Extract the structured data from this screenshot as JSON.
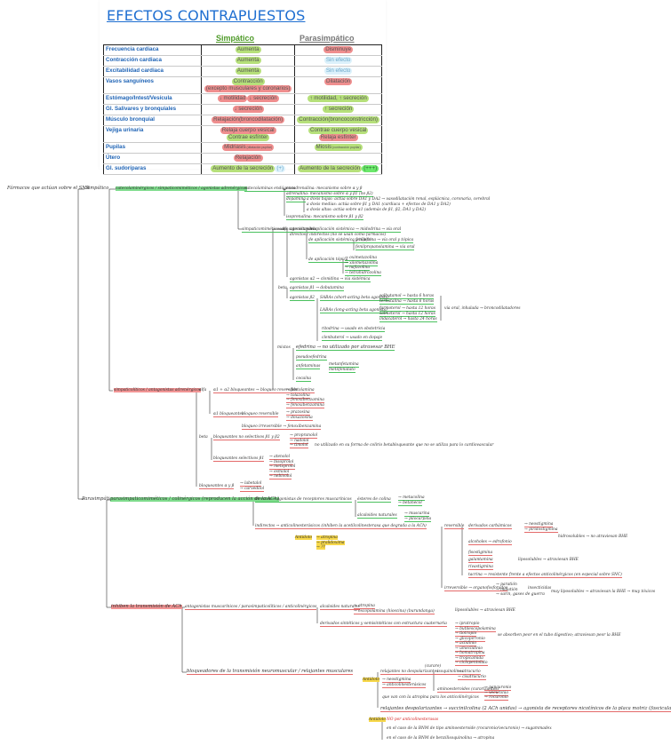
{
  "document": {
    "title": "EFECTOS CONTRAPUESTOS",
    "columns": {
      "organ": "",
      "sympathetic": "Simpático",
      "parasympathetic": "Parasimpático"
    }
  },
  "effects_table": [
    {
      "organ": "Frecuencia cardiaca",
      "sympathetic": [
        {
          "t": "Aumenta",
          "c": "g"
        }
      ],
      "parasympathetic": [
        {
          "t": "Disminuye",
          "c": "r"
        }
      ]
    },
    {
      "organ": "Contracción cardiaca",
      "sympathetic": [
        {
          "t": "Aumenta",
          "c": "g"
        }
      ],
      "parasympathetic": [
        {
          "t": "Sin efecto",
          "c": "b"
        }
      ]
    },
    {
      "organ": "Excitabilidad cardiaca",
      "sympathetic": [
        {
          "t": "Aumenta",
          "c": "g"
        }
      ],
      "parasympathetic": [
        {
          "t": "Sin efecto",
          "c": "b"
        }
      ]
    },
    {
      "organ": "Vasos sanguíneos",
      "sympathetic": [
        {
          "t": "Contracción",
          "c": "g"
        },
        {
          "t": "(excepto musculares y coronarios)",
          "c": "r"
        }
      ],
      "parasympathetic": [
        {
          "t": "Dilatación",
          "c": "r"
        }
      ]
    },
    {
      "organ": "Estómago/Intest/Vesícula",
      "sympathetic": [
        {
          "t": "↓ motilidad",
          "c": "r"
        },
        {
          "t": "↓ secreción",
          "c": "r"
        }
      ],
      "parasympathetic": [
        {
          "t": "↑ motilidad, ↑ secreción",
          "c": "g"
        }
      ]
    },
    {
      "organ": "Gl. Salivares y bronquiales",
      "sympathetic": [
        {
          "t": "↓ secreción",
          "c": "r"
        }
      ],
      "parasympathetic": [
        {
          "t": "↑ secreción",
          "c": "g"
        }
      ]
    },
    {
      "organ": "Músculo bronquial",
      "sympathetic": [
        {
          "t": "Relajación(broncodilatación)",
          "c": "r"
        }
      ],
      "parasympathetic": [
        {
          "t": "Contracción(broncoconstricción)",
          "c": "g"
        }
      ]
    },
    {
      "organ": "Vejiga urinaria",
      "sympathetic": [
        {
          "t": "Relaja cuerpo vesical",
          "c": "r"
        },
        {
          "t": "Contrae esfínter",
          "c": "g"
        }
      ],
      "parasympathetic": [
        {
          "t": "Contrae cuerpo vesical",
          "c": "g"
        },
        {
          "t": "Relaja esfínter",
          "c": "r"
        }
      ]
    },
    {
      "organ": "Pupilas",
      "sympathetic": [
        {
          "t": "Midriasis",
          "c": "r",
          "note": "(dilatación pupilar)"
        }
      ],
      "parasympathetic": [
        {
          "t": "Miosis",
          "c": "g",
          "note": "(contracción pupilar)"
        }
      ]
    },
    {
      "organ": "Útero",
      "sympathetic": [
        {
          "t": "Relajación",
          "c": "r"
        }
      ],
      "parasympathetic": []
    },
    {
      "organ": "Gl. sudoríparas",
      "sympathetic": [
        {
          "t": "Aumento de la secreción",
          "c": "g"
        },
        {
          "t": "(+)",
          "c": "b"
        }
      ],
      "parasympathetic": [
        {
          "t": "Aumento de la secreción",
          "c": "g"
        },
        {
          "t": "(+++)",
          "c": "gg"
        }
      ]
    }
  ],
  "mindmap": {
    "root": "Fármacos que actúan sobre el SNA",
    "n_simp": "Simpático",
    "n_simpmim": "catecolaminérgicos / simpaticomiméticos / agonistas adrenérgicos",
    "n_catnat": "catecolaminas endógenas",
    "n_nora": "noradrenalina: mecanismo sobre α y β",
    "n_adre": "adrenalina: mecanismo sobre α y β1 (no β2)",
    "n_dopa": "dopamina",
    "n_dopa1": "a dosis bajas: actúa sobre DA1 y DA2 → vasodilatación renal, esplácnica, coronaria, cerebral",
    "n_dopa2": "a dosis medias: actúa sobre β1 y DA1 (cardiaca + efectos de DA1 y DA2)",
    "n_dopa3": "a dosis altas: actúa sobre α1 (además de β1, β2, DA1 y DA2)",
    "n_iso": "isoprenalina: mecanismo sobre β1 y β2",
    "n_nocat": "simpaticomiméticos no catecolaminas",
    "n_alfa": "alfa",
    "n_ag1": "agonistas α1",
    "n_ag1note": "directos / indirectos (no se usan como fármacos)",
    "n_ag1a": "de aplicación sistémica → midodrina → vía oral",
    "n_ag1b": "de aplicación sistémica y tópica",
    "n_ag1b1": "fenilefrina → vía oral y tópica",
    "n_ag1b2": "fenilpropanolamina → vía oral",
    "n_ag1c": "de aplicación tópica",
    "n_topica": [
      "oximetazolina",
      "xilometazolina",
      "nafazolina",
      "tetrahidrozolina"
    ],
    "n_ag2": "agonistas α2 → clonidina → vía sistémica",
    "n_beta": "beta",
    "n_b1": "agonistas β1 → dobutamina",
    "n_b2": "agonistas β2",
    "n_saba": "SABAs (short-acting beta agonists)",
    "n_saba1": "salbutamol → hasta 6 horas",
    "n_saba2": "terbutalina → hasta 6 horas",
    "n_laba": "LABAs (long-acting beta agonists)",
    "n_laba1": "formoterol → hasta 12 horas",
    "n_laba2": "salmeterol → hasta 12 horas",
    "n_laba3": "indacaterol → hasta 24 horas",
    "n_b2note": "vía oral, inhalada → broncodilatadores",
    "n_ritod": "ritodrina → usado en obstetricia",
    "n_clenb": "clenbuterol → usado en dopaje",
    "n_mixtos": "mixtos",
    "n_efedrina": "efedrina → no utilizado por atravesar BHE",
    "n_pseudo": "pseudoefedrina",
    "n_anfet": "anfetaminas",
    "n_anfet1": "metanfetamina",
    "n_anfet2": "metilfenidato",
    "n_cocaina": "cocaína",
    "n_simplit": "simpaticolíticos / antagonistas adrenérgicos",
    "n_lalfa": "alfa",
    "n_a1a2": "α1 + α2 bloqueantes → bloqueo reversible",
    "n_a1a2list": [
      "fentolamina",
      "tolazolina",
      "fenoxibenzamina",
      "fenoxibenzamina"
    ],
    "n_a1blq": "α1 bloqueantes",
    "n_a1rev": "bloqueo reversible",
    "n_a1revlist": [
      "prazosina",
      "doxazosina"
    ],
    "n_a1irr": "bloqueo irreversible → fenoxibenzamina",
    "n_lbeta": "beta",
    "n_bnosel": "bloqueantes no selectivos β1 y β2",
    "n_bnosellist": [
      "propranolol",
      "nadolol",
      "timolol"
    ],
    "n_timnote": "no utilizado en su forma de colirio betabloqueante que no se utiliza para lo cardiovascular",
    "n_bsel": "bloqueantes selectivos β1",
    "n_bsellist": [
      "atenolol",
      "bisoprolol",
      "metoprolol",
      "esmolol",
      "nebivolol"
    ],
    "n_ab": "bloqueantes α y β",
    "n_ablist": [
      "labetalol",
      "carvedilol"
    ],
    "n_para": "Parasimpático",
    "n_parasim": "parasimpaticomiméticos / colinérgicos (reproducen la acción de la ACh)",
    "n_directos": "directos → agonistas de receptores muscarínicos",
    "n_esteres": "ésteres de colina",
    "n_esteresl": [
      "metacolina",
      "betanecol"
    ],
    "n_alcal": "alcaloides naturales",
    "n_alcall": [
      "muscarina",
      "pilocarpina"
    ],
    "n_indirectos": "indirectos → anticolinesterásicos (inhiben la acetilcolinesterasa que degrada a la ACh)",
    "n_antidoto": "Antídoto",
    "n_antidotol": [
      "atropina",
      "pralidoxima",
      "??"
    ],
    "n_reversible": "reversible",
    "n_carb": "derivados carbámicos",
    "n_carbl": [
      "neostigmina",
      "piridostigmina"
    ],
    "n_hidro": "hidrosolubles → no atraviesan BHE",
    "n_alcoh": "alcoholes → edrofonio",
    "n_fisost": "fisostigmina",
    "n_galant": "galantamina",
    "n_rivast": "rivastigmina",
    "n_lipo": "liposolubles → atraviesan BHE",
    "n_tacrina": "tacrina → resistente frente a efectos anticolinérgicos (en especial sobre SNC)",
    "n_irrev": "irreversible → organofosforados",
    "n_irrevl": [
      "paratión",
      "malatión",
      "sarín, gases de guerra"
    ],
    "n_insect": "insecticidas",
    "n_irrevnote": "muy liposolubles → atraviesan la BHE → muy tóxicos",
    "n_inhib": "inhiben la transmisión de ACh",
    "n_antimus": "antagonistas muscarínicos / parasimpaticolíticos / anticolinérgicos",
    "n_alcnat": "alcaloides naturales",
    "n_alcnatl": [
      "atropina",
      "escopolamina (hioscina) (burundanga)"
    ],
    "n_alcnatnote": "liposolubles → atraviesan BHE",
    "n_deriv": "derivados sintéticos y semisintéticos con estructura cuaternaria",
    "n_derivl": [
      "ipratropio",
      "butilescopolamina",
      "tiotropio",
      "glicopirronio",
      "aclidinio",
      "umeclidinio",
      "homatropina",
      "tropicamida",
      "ciclopentolato"
    ],
    "n_derivnote": "se absorben peor en el tubo digestivo; atraviesan peor la BHE",
    "n_bloq": "bloqueadores de la transmisión neuromuscular / relajantes musculares",
    "n_nodesp": "relajantes no despolarizantes",
    "n_curare": "(curare)",
    "n_isoq": "isoquinolinas",
    "n_isoql": [
      "atracurio",
      "cisatracurio"
    ],
    "n_ester": "aminoesteroides (curarizantes)",
    "n_esterl": [
      "pancuronio",
      "vecuronio",
      "rocuronio"
    ],
    "n_antidoto2": "Antídoto",
    "n_antidoto2l": [
      "neostigmina",
      "anticolinesterásicos"
    ],
    "n_antinote": "que van con la atropina para los anticolinérgicos",
    "n_desp": "relajantes despolarizantes → succinilcolina (2 ACh unidas) → agonista de receptores nicotínicos de la placa motriz (fasciculaciones al empezar)",
    "n_antidoto3": "Antídoto",
    "n_no": "NO por anticolinesterasas",
    "n_caso1": "en el caso de la BNM de tipo aminoesteroide (rocuronio/vecuronio) → sugammadex",
    "n_caso2": "en el caso de la BNM de benzilisoquinolina → atropina"
  }
}
